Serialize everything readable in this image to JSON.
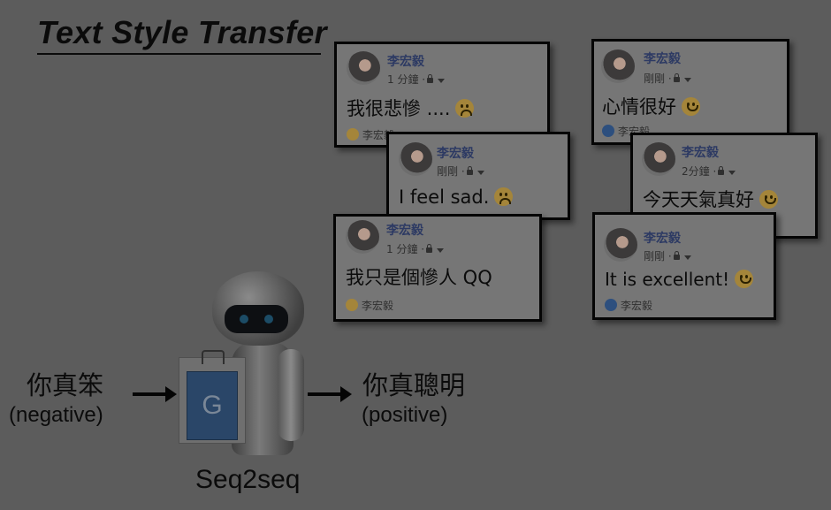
{
  "title": "Text Style Transfer",
  "posts": [
    {
      "name": "李宏毅",
      "meta": "1 分鐘 ·",
      "message": "我很悲慘 ....",
      "emoji": "sad-face",
      "reaction": "李宏毅",
      "reaction_icon": "crying-face"
    },
    {
      "name": "李宏毅",
      "meta": "剛剛 ·",
      "message": "I feel sad.",
      "emoji": "sad-face"
    },
    {
      "name": "李宏毅",
      "meta": "1 分鐘 ·",
      "message": "我只是個慘人 QQ",
      "reaction": "李宏毅",
      "reaction_icon": "crying-face"
    },
    {
      "name": "李宏毅",
      "meta": "剛剛 ·",
      "message": "心情很好",
      "emoji": "smiley-face",
      "reaction": "李宏毅",
      "reaction_icon": "like"
    },
    {
      "name": "李宏毅",
      "meta": "2分鐘 ·",
      "message": "今天天氣真好",
      "emoji": "smiley-face"
    },
    {
      "name": "李宏毅",
      "meta": "剛剛 ·",
      "message": "It is excellent!",
      "emoji": "smiling-face",
      "reaction": "李宏毅",
      "reaction_icon": "like"
    }
  ],
  "input": {
    "text": "你真笨",
    "style": "(negative)"
  },
  "output": {
    "text": "你真聰明",
    "style": "(positive)"
  },
  "model": {
    "label": "Seq2seq",
    "tile_letter": "G"
  },
  "colors": {
    "background": "#5c5c5c",
    "card": "#767676",
    "name": "#2d3a63"
  }
}
